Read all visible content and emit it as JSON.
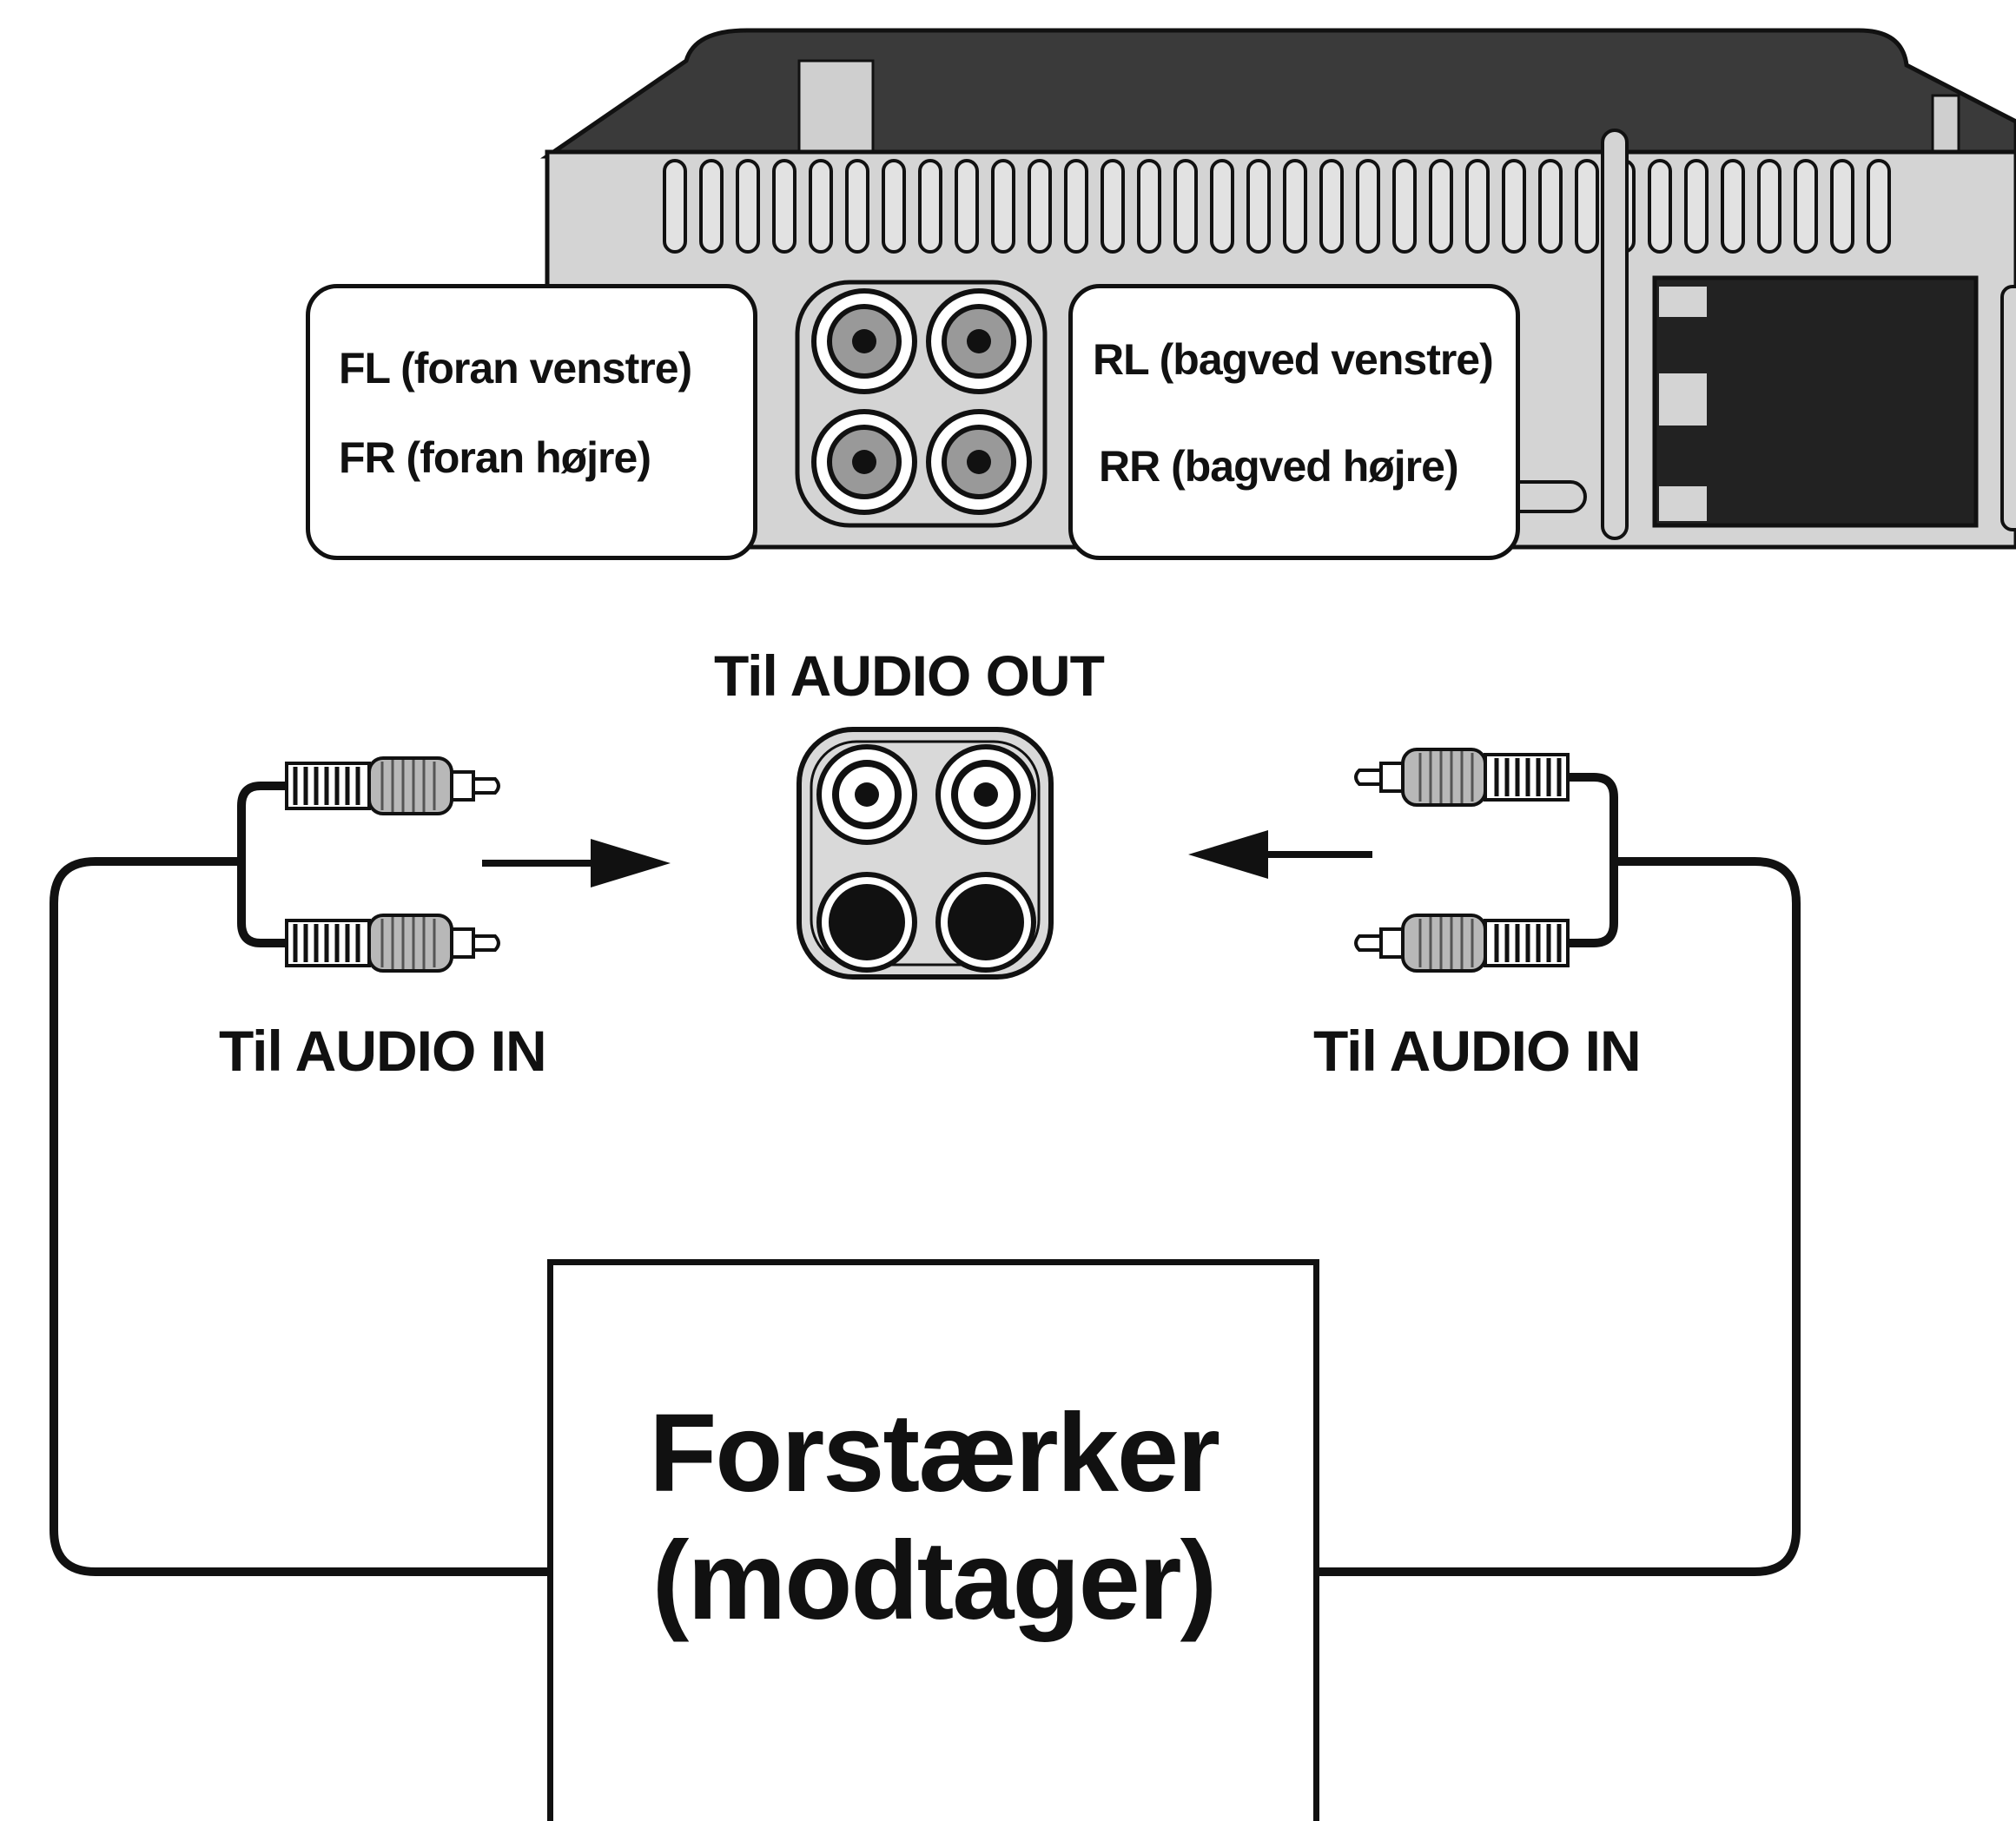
{
  "device": {
    "label_left_1": "FL (foran venstre)",
    "label_left_2": "FR (foran højre)",
    "label_right_1": "RL (bagved venstre)",
    "label_right_2": "RR (bagved højre)"
  },
  "connections": {
    "audio_out_label": "Til AUDIO OUT",
    "audio_in_left_label": "Til AUDIO IN",
    "audio_in_right_label": "Til AUDIO IN"
  },
  "amplifier": {
    "line1": "Forstærker",
    "line2": "(modtager)"
  },
  "colors": {
    "device_body": "#d4d4d4",
    "device_top": "#3a3a3a",
    "outline": "#111111",
    "plug_gray": "#b8b8b8"
  }
}
